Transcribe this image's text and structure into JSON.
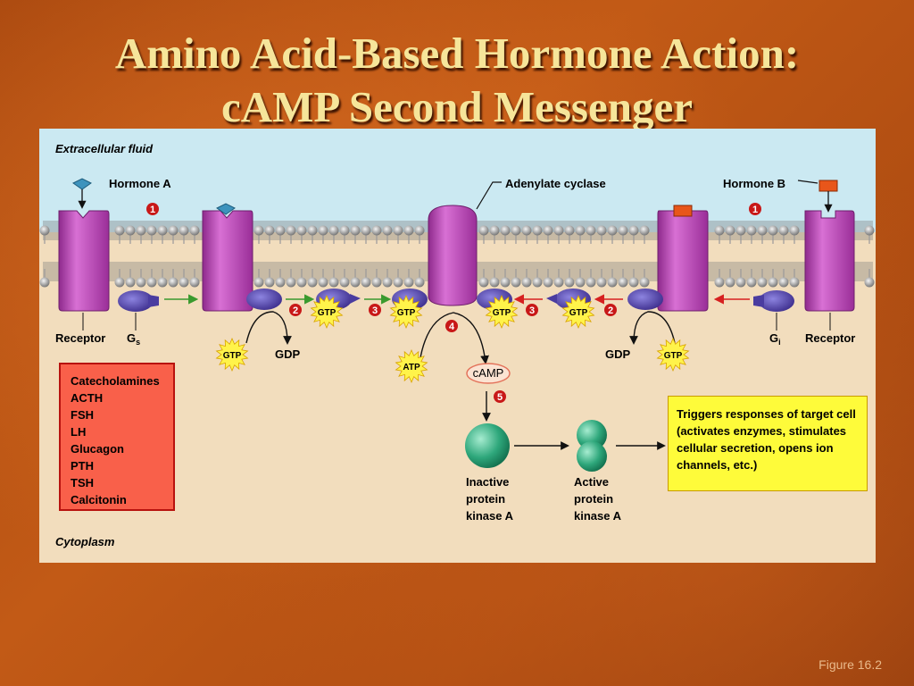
{
  "slide": {
    "title_line1": "Amino Acid-Based Hormone Action:",
    "title_line2": "cAMP Second Messenger",
    "figure_label": "Figure 16.2"
  },
  "diagram": {
    "extracellular_label": "Extracellular fluid",
    "cytoplasm_label": "Cytoplasm",
    "hormone_a": "Hormone A",
    "hormone_b": "Hormone B",
    "adenylate_cyclase": "Adenylate cyclase",
    "receptor_left": "Receptor",
    "receptor_right": "Receptor",
    "g_protein_left": "G",
    "g_protein_left_sub": "s",
    "g_protein_right": "G",
    "g_protein_right_sub": "i",
    "gtp": "GTP",
    "gdp": "GDP",
    "atp": "ATP",
    "camp": "cAMP",
    "step_1": "1",
    "step_2": "2",
    "step_3": "3",
    "step_4": "4",
    "step_5": "5",
    "inactive_pk": [
      "Inactive",
      "protein",
      "kinase A"
    ],
    "active_pk": [
      "Active",
      "protein",
      "kinase A"
    ],
    "triggers_text": "Triggers responses of target cell (activates enzymes, stimulates cellular secretion, opens ion channels, etc.)",
    "hormone_list": [
      "Catecholamines",
      "ACTH",
      "FSH",
      "LH",
      "Glucagon",
      "PTH",
      "TSH",
      "Calcitonin"
    ]
  },
  "colors": {
    "extracellular": "#cbe9f2",
    "cytoplasm": "#f2ddbd",
    "membrane_protein": "#c14fbf",
    "g_protein": "#5a4cb0",
    "stimulatory_arrow": "#3a9a2e",
    "inhibitory_arrow": "#d62020",
    "kinase": "#2fa47c",
    "title": "#f6e59a"
  }
}
